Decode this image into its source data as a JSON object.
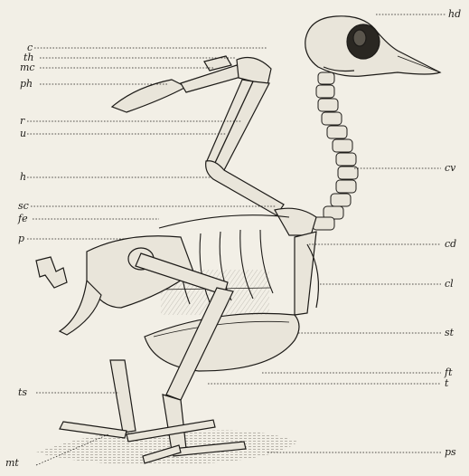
{
  "labels": {
    "hd": "hd",
    "c": "c",
    "th": "th",
    "mc": "mc",
    "ph": "ph",
    "r": "r",
    "u": "u",
    "cv": "cv",
    "h": "h",
    "sc": "sc",
    "fe": "fe",
    "p": "p",
    "cd": "cd",
    "cl": "cl",
    "st": "st",
    "ft": "ft",
    "t": "t",
    "ts": "ts",
    "ps": "ps",
    "mt": "mt"
  },
  "colors": {
    "background": "#f2efe6",
    "ink": "#1d1b18",
    "bone": "#e9e5da",
    "shade": "#8c877c"
  }
}
